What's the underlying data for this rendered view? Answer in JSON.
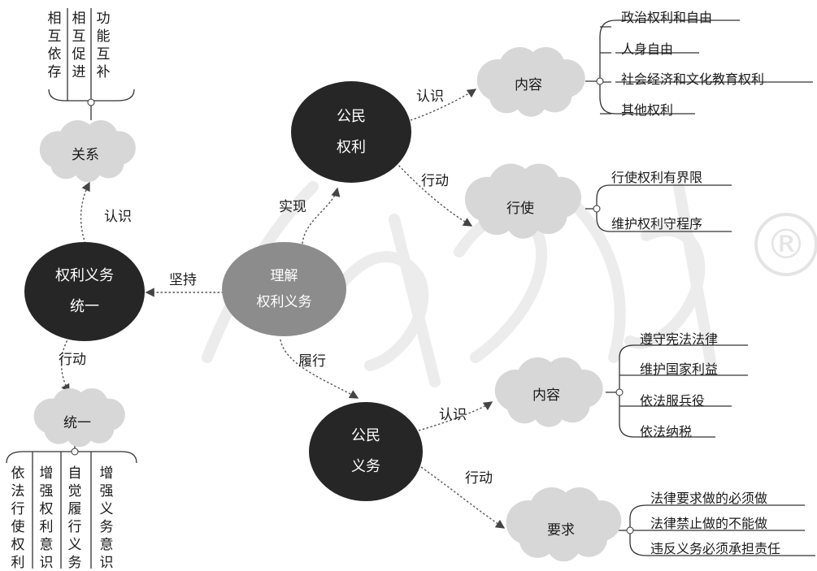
{
  "center": {
    "line1": "理解",
    "line2": "权利义务"
  },
  "rights": {
    "node_line1": "公民",
    "node_line2": "权利",
    "edge_realize": "实现",
    "edge_know": "认识",
    "edge_act": "行动",
    "content": {
      "label": "内容",
      "items": [
        "政治权利和自由",
        "人身自由",
        "社会经济和文化教育权利",
        "其他权利"
      ]
    },
    "exercise": {
      "label": "行使",
      "items": [
        "行使权利有界限",
        "维护权利守程序"
      ]
    }
  },
  "duties": {
    "node_line1": "公民",
    "node_line2": "义务",
    "edge_perform": "履行",
    "edge_know": "认识",
    "edge_act": "行动",
    "content": {
      "label": "内容",
      "items": [
        "遵守宪法法律",
        "维护国家利益",
        "依法服兵役",
        "依法纳税"
      ]
    },
    "requirement": {
      "label": "要求",
      "items": [
        "法律要求做的必须做",
        "法律禁止做的不能做",
        "违反义务必须承担责任"
      ]
    }
  },
  "unity": {
    "node_line1": "权利义务",
    "node_line2": "统一",
    "edge_insist": "坚持",
    "edge_know": "认识",
    "edge_act": "行动",
    "relation": {
      "label": "关系",
      "columns": [
        "相互依存",
        "相互促进",
        "功能互补"
      ]
    },
    "unify": {
      "label": "统一",
      "columns": [
        "依法行使权利",
        "增强权利意识",
        "自觉履行义务",
        "增强义务意识"
      ]
    }
  },
  "colors": {
    "dark_node": "#262626",
    "center_node": "#8c8c8c",
    "cloud": "#d7d7d7",
    "line": "#555555"
  }
}
